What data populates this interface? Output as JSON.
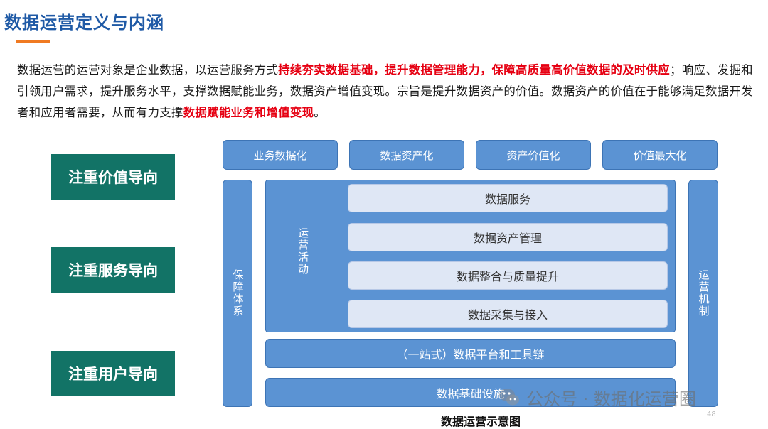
{
  "title": "数据运营定义与内涵",
  "intro": [
    {
      "text": "数据运营的运营对象是企业数据，以运营服务方式",
      "highlight": false
    },
    {
      "text": "持续夯实数据基础，提升数据管理能力，保障高质量高价值数据的及时供应",
      "highlight": true
    },
    {
      "text": "；响应、发掘和引领用户需求，提升服务水平，支撑数据赋能业务，数据资产增值变现。宗旨是提升数据资产的价值。数据资产的价值在于能够满足数据开发者和应用者需要，从而有力支撑",
      "highlight": false
    },
    {
      "text": "数据赋能业务和增值变现",
      "highlight": true
    },
    {
      "text": "。",
      "highlight": false
    }
  ],
  "orientations": [
    "注重价值导向",
    "注重服务导向",
    "注重用户导向"
  ],
  "top_stages": [
    "业务数据化",
    "数据资产化",
    "资产价值化",
    "价值最大化"
  ],
  "left_column": "保障体系",
  "right_column": "运营机制",
  "ops_label": "运营活动",
  "ops_items": [
    "数据服务",
    "数据资产管理",
    "数据整合与质量提升",
    "数据采集与接入"
  ],
  "platform_bar": "（一站式）数据平台和工具链",
  "infra_bar": "数据基础设施",
  "caption": "数据运营示意图",
  "watermark": "公众号 · 数据化运营圈",
  "page_number": "48",
  "colors": {
    "title": "#1f5aa6",
    "accent": "#f07a22",
    "highlight": "#e60012",
    "orientation_bg": "#127366",
    "block_blue": "#5b93d3",
    "inner_light": "#dfe7f5"
  }
}
